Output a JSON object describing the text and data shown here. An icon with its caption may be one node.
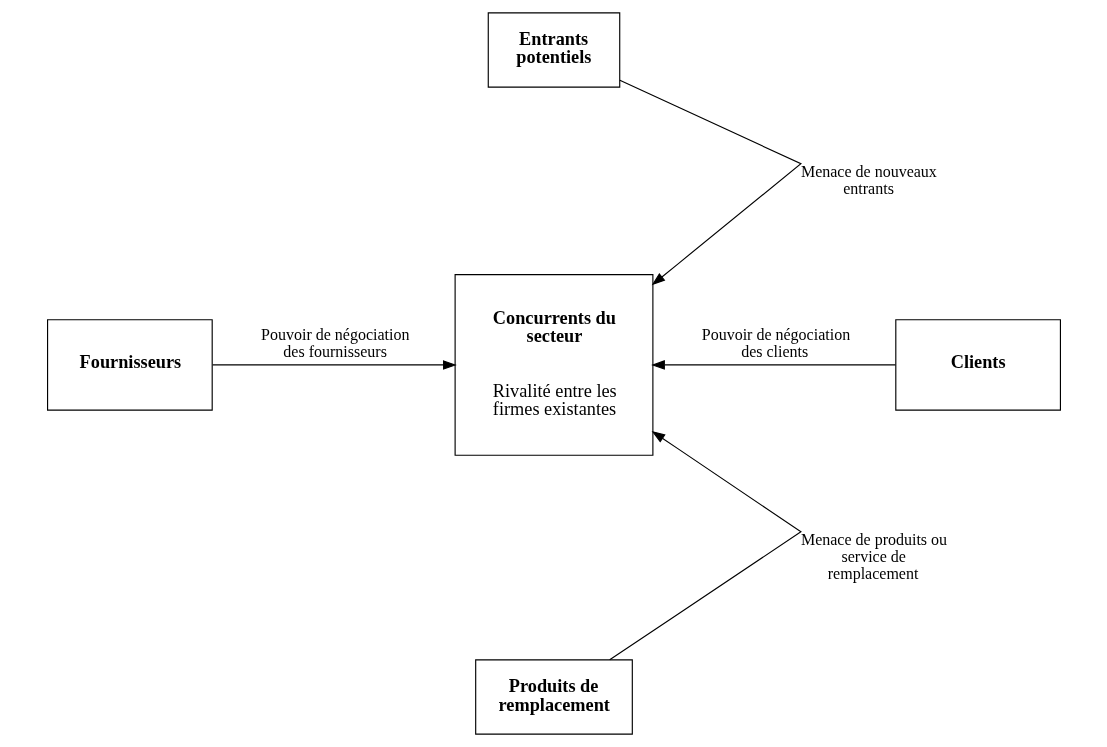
{
  "diagram": {
    "nodes": [
      {
        "text": [
          "Entrants potentiels"
        ]
      },
      {
        "text": [
          "Fournisseurs"
        ]
      },
      {
        "text": [
          "Concurrents du secteur",
          "Rivalité entre les firmes existantes"
        ]
      },
      {
        "text": [
          "Clients"
        ]
      },
      {
        "text": [
          "Produits de remplacement"
        ]
      }
    ],
    "edges": [
      {
        "from": 0,
        "to": 2,
        "arrow": "to",
        "label": "Menace de nouveaux entrants"
      },
      {
        "from": 1,
        "to": 2,
        "arrow": "to",
        "label": "Pouvoir de négociation des fournisseurs"
      },
      {
        "from": 3,
        "to": 2,
        "arrow": "to",
        "label": "Pouvoir de négociation des clients"
      },
      {
        "from": 4,
        "to": 2,
        "arrow": "to",
        "label": "Menace de produits ou service de remplacement"
      }
    ]
  }
}
